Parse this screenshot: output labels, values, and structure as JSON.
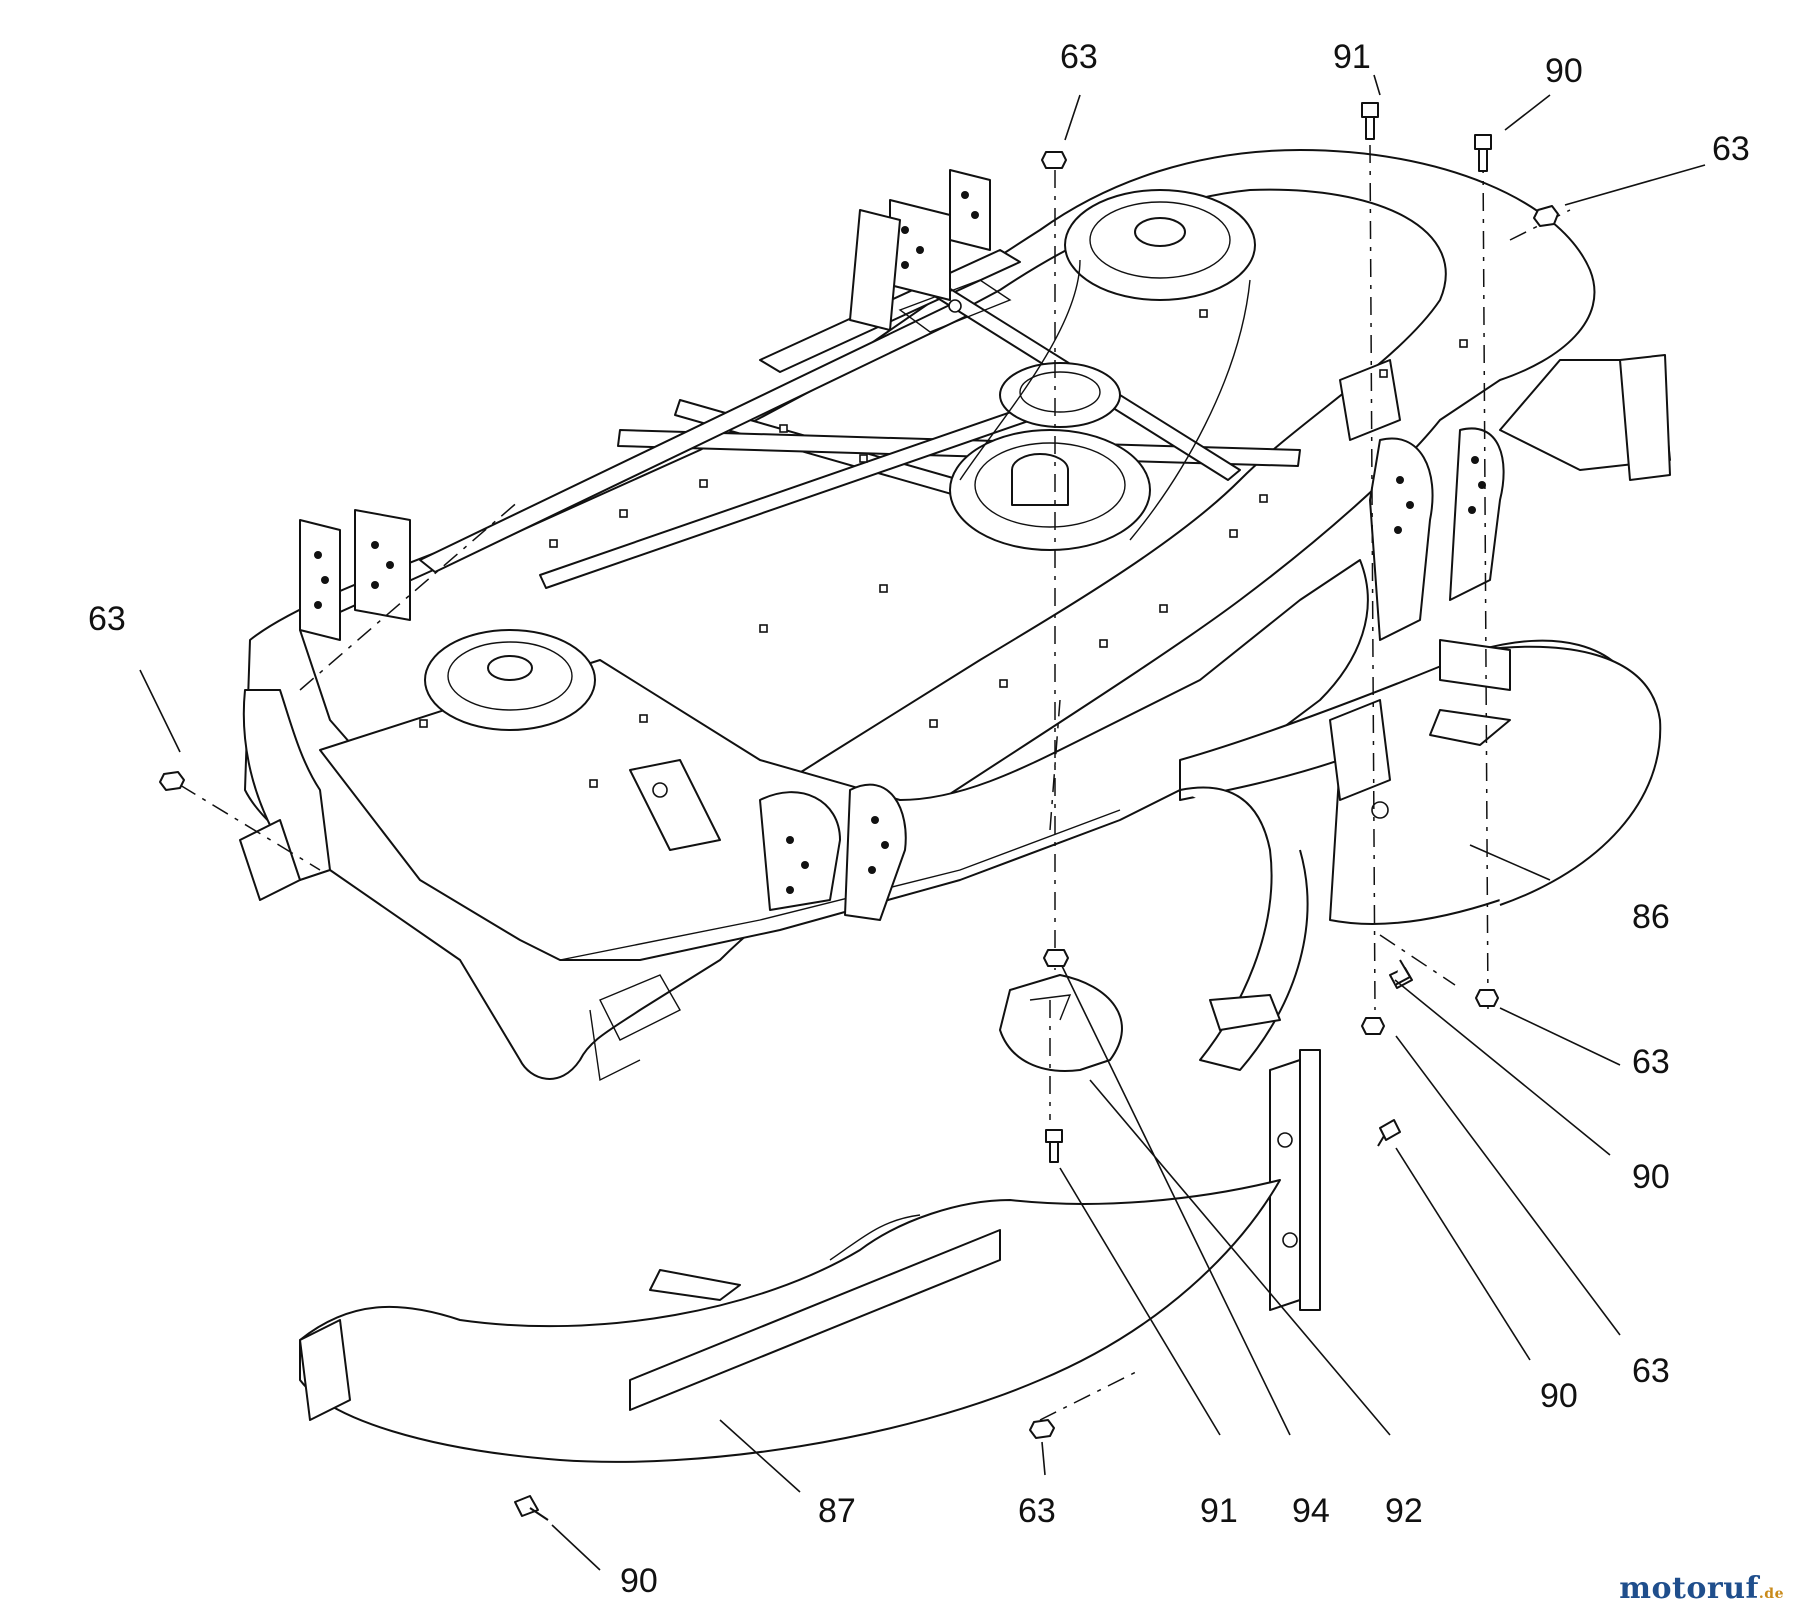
{
  "callouts": [
    {
      "id": "c1",
      "text": "63"
    },
    {
      "id": "c2",
      "text": "91"
    },
    {
      "id": "c3",
      "text": "90"
    },
    {
      "id": "c4",
      "text": "63"
    },
    {
      "id": "c5",
      "text": "63"
    },
    {
      "id": "c6",
      "text": "86"
    },
    {
      "id": "c7",
      "text": "63"
    },
    {
      "id": "c8",
      "text": "90"
    },
    {
      "id": "c9",
      "text": "63"
    },
    {
      "id": "c10",
      "text": "90"
    },
    {
      "id": "c11",
      "text": "91"
    },
    {
      "id": "c12",
      "text": "94"
    },
    {
      "id": "c13",
      "text": "92"
    },
    {
      "id": "c14",
      "text": "63"
    },
    {
      "id": "c15",
      "text": "87"
    },
    {
      "id": "c16",
      "text": "90"
    }
  ],
  "watermark": {
    "text_main": "motoruf",
    "text_suffix": ".de",
    "color_primary": "#1f4e8c",
    "color_accent": "#c98a1a"
  }
}
